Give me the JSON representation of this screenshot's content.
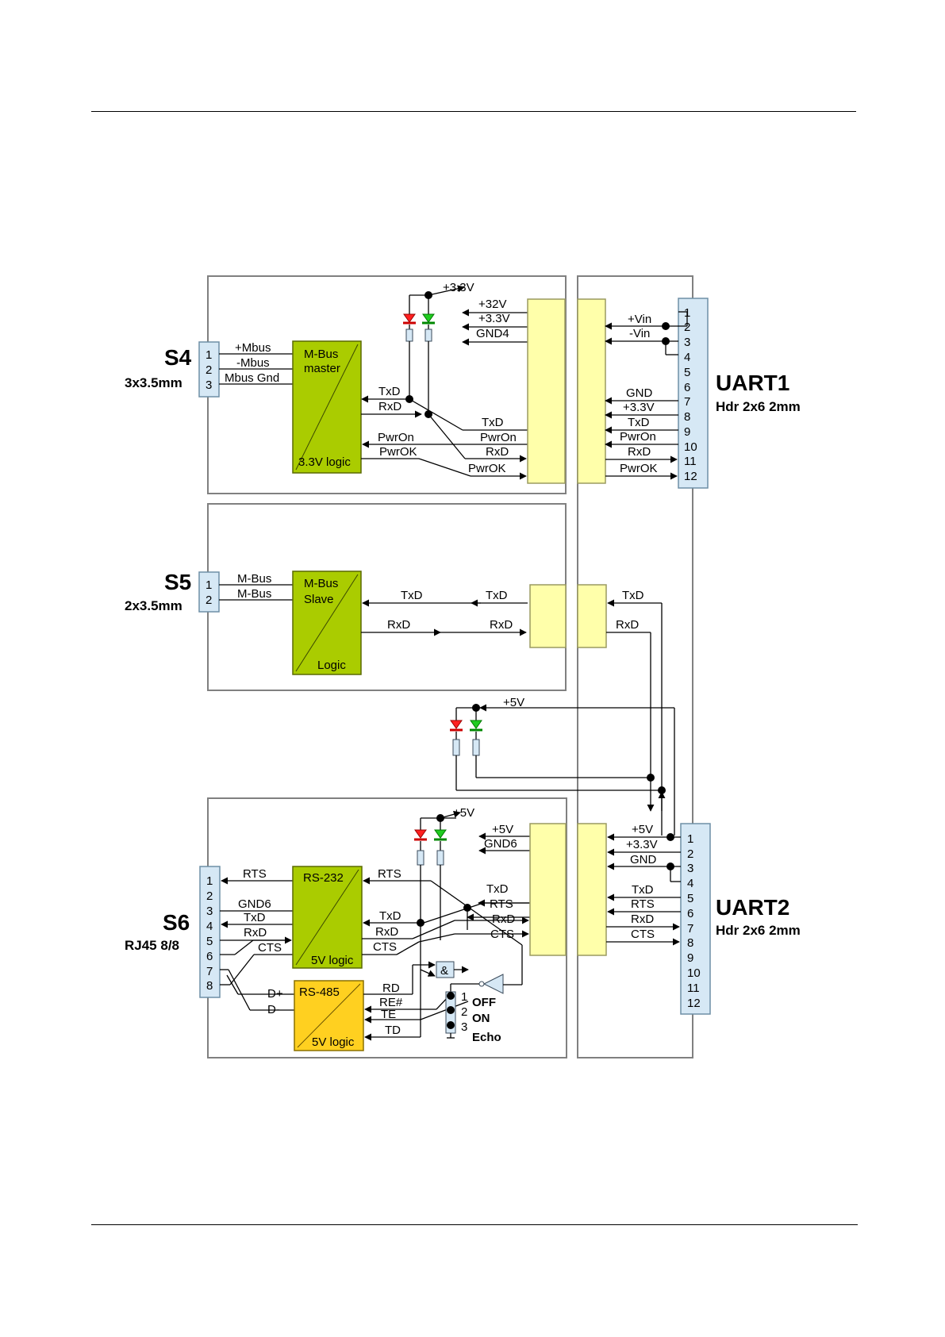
{
  "s4": {
    "name": "S4",
    "subtitle": "3x3.5mm",
    "pins": [
      "1",
      "2",
      "3"
    ],
    "signals": [
      "+Mbus",
      "-Mbus",
      "Mbus Gnd"
    ],
    "chip": {
      "line1": "M-Bus",
      "line2": "master",
      "logic": "3.3V logic"
    },
    "supply": "+3.3V",
    "chip_txd": "TxD",
    "chip_rxd": "RxD",
    "chip_pwron": "PwrOn",
    "chip_pwrok": "PwrOK",
    "rail_32v": "+32V",
    "rail_33v": "+3.3V",
    "rail_gnd4": "GND4",
    "iso_txd": "TxD",
    "iso_pwron": "PwrOn",
    "iso_rxd": "RxD",
    "iso_pwrok": "PwrOK"
  },
  "uart1": {
    "name": "UART1",
    "subtitle": "Hdr 2x6 2mm",
    "pins": [
      "1",
      "2",
      "3",
      "4",
      "5",
      "6",
      "7",
      "8",
      "9",
      "10",
      "11",
      "12"
    ],
    "vin_plus": "+Vin",
    "vin_minus": "-Vin",
    "gnd": "GND",
    "v33": "+3.3V",
    "txd": "TxD",
    "pwron": "PwrOn",
    "rxd": "RxD",
    "pwrok": "PwrOK"
  },
  "s5": {
    "name": "S5",
    "subtitle": "2x3.5mm",
    "pins": [
      "1",
      "2"
    ],
    "signals": [
      "M-Bus",
      "M-Bus"
    ],
    "chip": {
      "line1": "M-Bus",
      "line2": "Slave",
      "logic": "Logic"
    },
    "txd_in": "TxD",
    "txd_mid": "TxD",
    "rxd_out": "RxD",
    "rxd_mid": "RxD",
    "iso_txd": "TxD",
    "iso_rxd": "RxD"
  },
  "led5v": {
    "label": "+5V"
  },
  "s6": {
    "name": "S6",
    "subtitle": "RJ45 8/8",
    "pins": [
      "1",
      "2",
      "3",
      "4",
      "5",
      "6",
      "7",
      "8"
    ],
    "rts": "RTS",
    "gnd6": "GND6",
    "txd": "TxD",
    "rxd": "RxD",
    "cts": "CTS",
    "dplus": "D+",
    "dminus": "D-",
    "rs232": {
      "name": "RS-232",
      "logic": "5V logic"
    },
    "rs485": {
      "name": "RS-485",
      "logic": "5V logic"
    },
    "rs232_rts": "RTS",
    "rs232_txd": "TxD",
    "rs232_rxd": "RxD",
    "rs232_cts": "CTS",
    "rs485_rd": "RD",
    "rs485_re": "RE#",
    "rs485_te": "TE",
    "rs485_td": "TD",
    "supply": "+5V",
    "rail_5v": "+5V",
    "rail_gnd6": "GND6",
    "iso_txd": "TxD",
    "iso_rts": "RTS",
    "iso_rxd": "RxD",
    "iso_cts": "CTS",
    "and_gate": "&",
    "jumper_pins": [
      "1",
      "2",
      "3"
    ],
    "jumper_labels": [
      "OFF",
      "ON",
      "Echo"
    ]
  },
  "uart2": {
    "name": "UART2",
    "subtitle": "Hdr 2x6 2mm",
    "pins": [
      "1",
      "2",
      "3",
      "4",
      "5",
      "6",
      "7",
      "8",
      "9",
      "10",
      "11",
      "12"
    ],
    "v5": "+5V",
    "v33": "+3.3V",
    "gnd": "GND",
    "txd": "TxD",
    "rts": "RTS",
    "rxd": "RxD",
    "cts": "CTS"
  },
  "colors": {
    "connector": "#d6e8f5",
    "isolator": "#ffffaa",
    "mbus_chip": "#aacc00",
    "rs485_chip": "#ffd020",
    "led_red": "#ff2020",
    "led_green": "#20cc20",
    "frame": "#808080"
  }
}
